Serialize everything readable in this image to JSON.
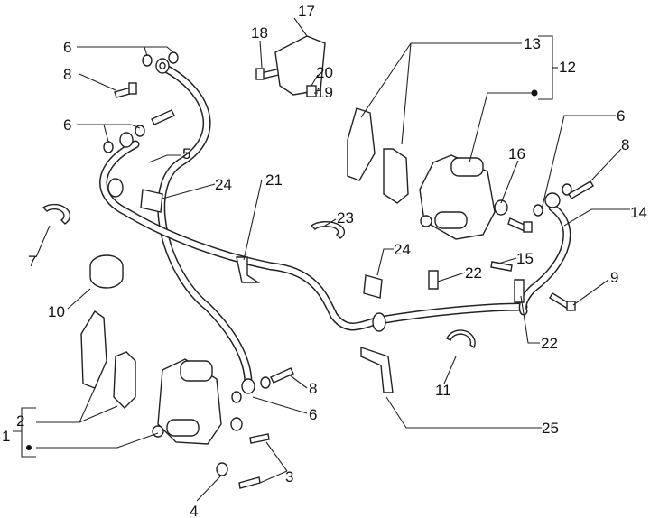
{
  "diagram": {
    "type": "exploded parts diagram",
    "labels": [
      {
        "id": "17",
        "text": "17"
      },
      {
        "id": "18",
        "text": "18"
      },
      {
        "id": "20",
        "text": "20"
      },
      {
        "id": "19",
        "text": "19"
      },
      {
        "id": "13",
        "text": "13"
      },
      {
        "id": "12",
        "text": "12"
      },
      {
        "id": "6a",
        "text": "6"
      },
      {
        "id": "8a",
        "text": "8"
      },
      {
        "id": "6b",
        "text": "6"
      },
      {
        "id": "5",
        "text": "5"
      },
      {
        "id": "24a",
        "text": "24"
      },
      {
        "id": "21",
        "text": "21"
      },
      {
        "id": "23",
        "text": "23"
      },
      {
        "id": "16",
        "text": "16"
      },
      {
        "id": "6c",
        "text": "6"
      },
      {
        "id": "8b",
        "text": "8"
      },
      {
        "id": "14",
        "text": "14"
      },
      {
        "id": "7",
        "text": "7"
      },
      {
        "id": "10",
        "text": "10"
      },
      {
        "id": "24b",
        "text": "24"
      },
      {
        "id": "22a",
        "text": "22"
      },
      {
        "id": "15",
        "text": "15"
      },
      {
        "id": "9",
        "text": "9"
      },
      {
        "id": "22b",
        "text": "22"
      },
      {
        "id": "11",
        "text": "11"
      },
      {
        "id": "8c",
        "text": "8"
      },
      {
        "id": "6d",
        "text": "6"
      },
      {
        "id": "2",
        "text": "2"
      },
      {
        "id": "1",
        "text": "1"
      },
      {
        "id": "25",
        "text": "25"
      },
      {
        "id": "3",
        "text": "3"
      },
      {
        "id": "4",
        "text": "4"
      }
    ]
  }
}
